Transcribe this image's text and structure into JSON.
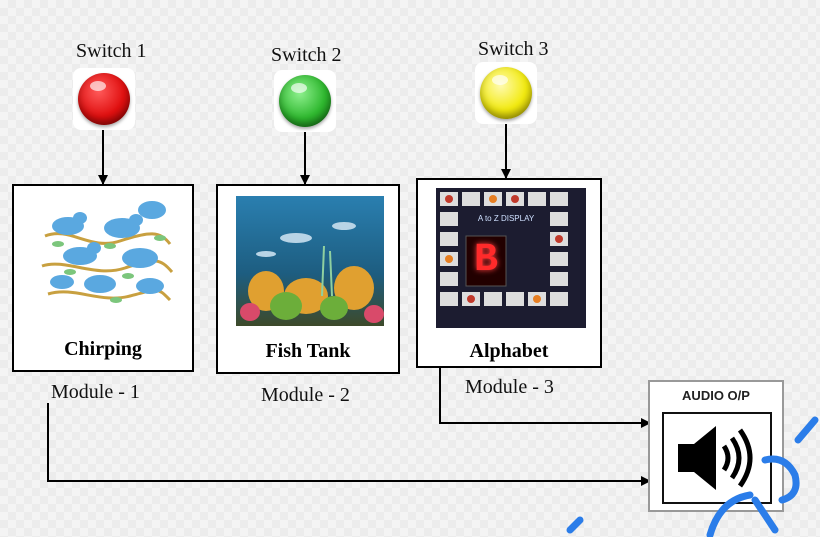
{
  "switches": [
    {
      "label": "Switch 1",
      "color": "#e01010"
    },
    {
      "label": "Switch 2",
      "color": "#2fb82f"
    },
    {
      "label": "Switch 3",
      "color": "#f2ea10"
    }
  ],
  "modules": [
    {
      "name": "Chirping",
      "module_label": "Module - 1"
    },
    {
      "name": "Fish Tank",
      "module_label": "Module - 2"
    },
    {
      "name": "Alphabet",
      "module_label": "Module - 3"
    }
  ],
  "alphabet_display": {
    "banner": "A to Z DISPLAY",
    "letter": "B"
  },
  "audio": {
    "title": "AUDIO O/P"
  }
}
